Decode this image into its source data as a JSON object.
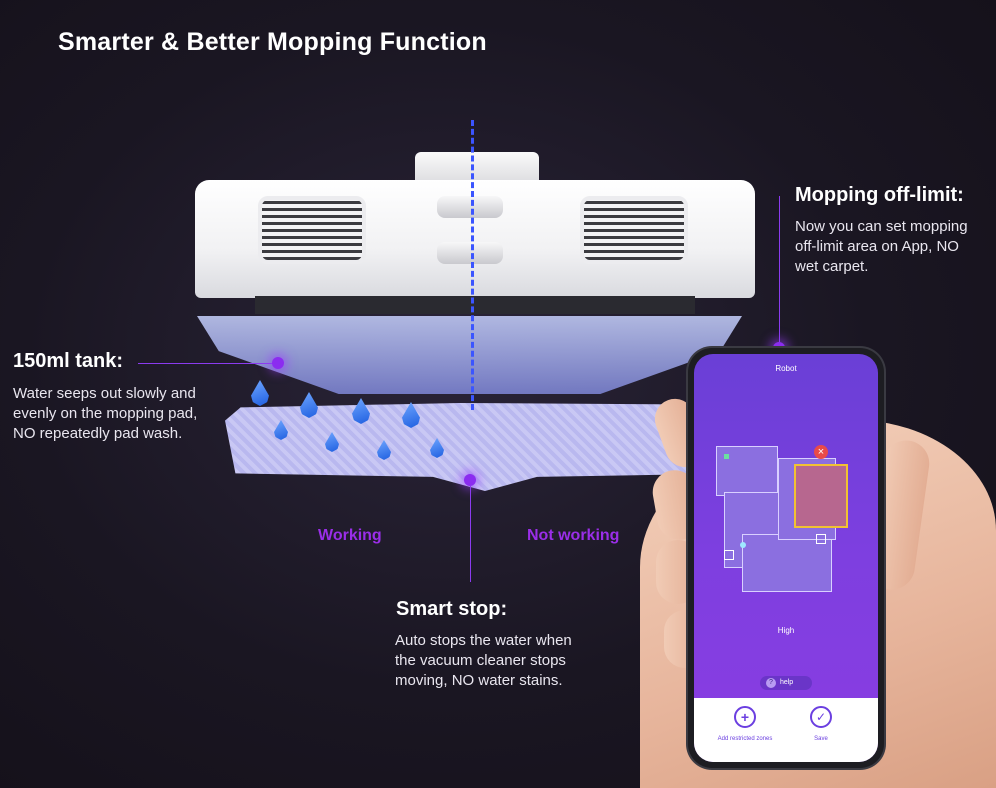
{
  "title": "Smarter & Better Mopping Function",
  "features": {
    "tank": {
      "heading": "150ml tank:",
      "lines": [
        "Water seeps out slowly and",
        "evenly on the mopping pad,",
        "NO repeatedly pad wash."
      ]
    },
    "offlimit": {
      "heading": "Mopping off-limit:",
      "lines": [
        "Now you can set mopping",
        "off-limit area on App, NO",
        "wet carpet."
      ]
    },
    "smartstop": {
      "heading": "Smart stop:",
      "lines": [
        "Auto stops the water when",
        "the vacuum cleaner stops",
        "moving, NO water stains."
      ]
    }
  },
  "states": {
    "working": "Working",
    "not_working": "Not working"
  },
  "app": {
    "header": "Robot",
    "mode": "High",
    "help": "help",
    "help_icon": "?",
    "close_icon": "×",
    "add_button": "Add restricted zones",
    "save_button": "Save"
  },
  "colors": {
    "accent": "#8b2cf0",
    "dashed": "#3b55ff",
    "label": "#9a2ee8"
  }
}
